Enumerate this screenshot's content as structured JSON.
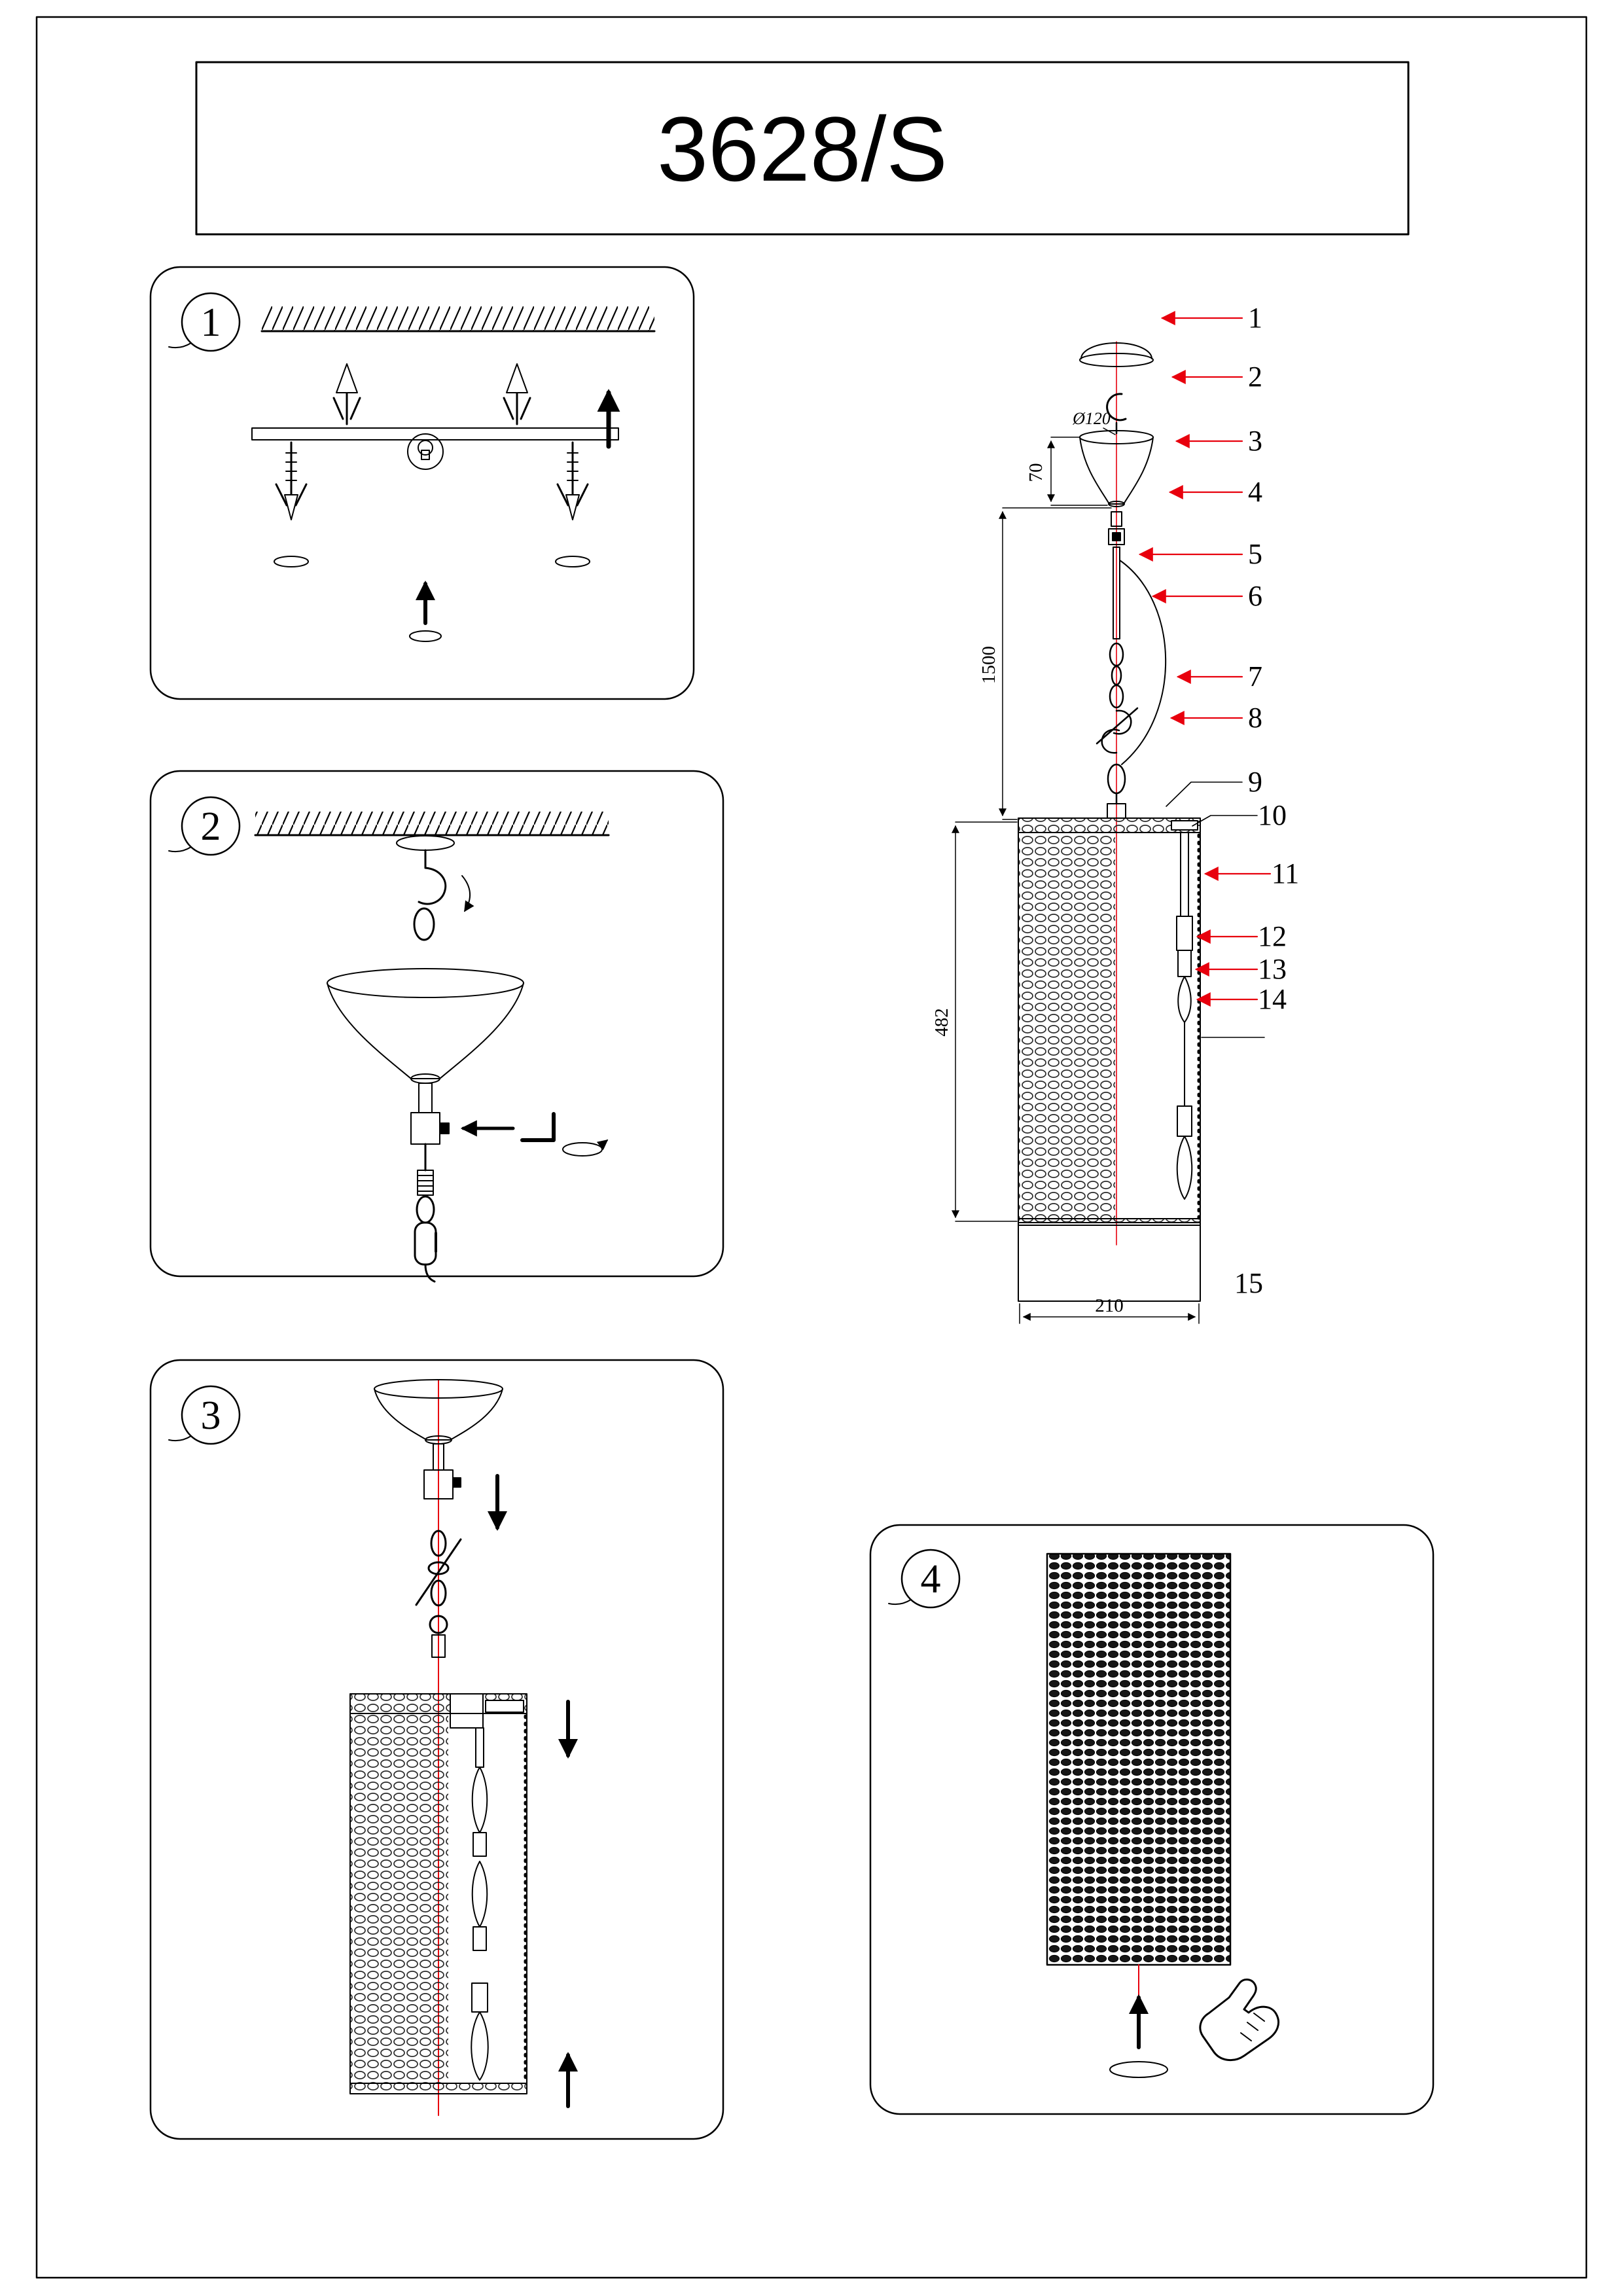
{
  "title": "3628/S",
  "steps": [
    "1",
    "2",
    "3",
    "4"
  ],
  "callouts": [
    "1",
    "2",
    "3",
    "4",
    "5",
    "6",
    "7",
    "8",
    "9",
    "10",
    "11",
    "12",
    "13",
    "14",
    "15"
  ],
  "dims": {
    "d120": "Ø120",
    "d70": "70",
    "d1500": "1500",
    "d482": "482",
    "d210": "210"
  },
  "colors": {
    "leader_red": "#e8000d",
    "line": "#000000",
    "paper": "#ffffff"
  }
}
